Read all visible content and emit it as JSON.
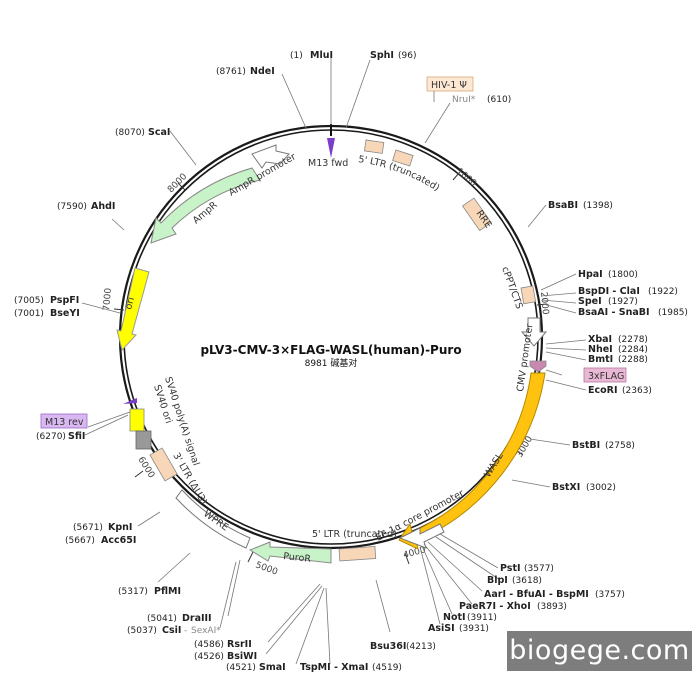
{
  "plasmid": {
    "name": "pLV3-CMV-3×FLAG-WASL(human)-Puro",
    "size_text": "8981 碱基对",
    "total_bp": 8981
  },
  "ticks": [
    "1000",
    "2000",
    "3000",
    "4000",
    "5000",
    "6000",
    "7000",
    "8000"
  ],
  "sites": {
    "mlui": {
      "name": "MluI",
      "pos": "(1)"
    },
    "sphi": {
      "name": "SphI",
      "pos": "(96)"
    },
    "ndei": {
      "name": "NdeI",
      "pos": "(8761)"
    },
    "nrui": {
      "name": "NruI*",
      "pos": "(610)"
    },
    "scai": {
      "name": "ScaI",
      "pos": "(8070)"
    },
    "bsabi": {
      "name": "BsaBI",
      "pos": "(1398)"
    },
    "ahdi": {
      "name": "AhdI",
      "pos": "(7590)"
    },
    "hpai": {
      "name": "HpaI",
      "pos": "(1800)"
    },
    "bspdi": {
      "name": "BspDI - ClaI",
      "pos": "(1922)"
    },
    "spei": {
      "name": "SpeI",
      "pos": "(1927)"
    },
    "bsaai": {
      "name": "BsaAI - SnaBI",
      "pos": "(1985)"
    },
    "pspfi": {
      "name": "PspFI",
      "pos": "(7005)"
    },
    "bseyi": {
      "name": "BseYI",
      "pos": "(7001)"
    },
    "xbai": {
      "name": "XbaI",
      "pos": "(2278)"
    },
    "nhei": {
      "name": "NheI",
      "pos": "(2284)"
    },
    "bmti": {
      "name": "BmtI",
      "pos": "(2288)"
    },
    "ecori": {
      "name": "EcoRI",
      "pos": "(2363)"
    },
    "sfii": {
      "name": "SfiI",
      "pos": "(6270)"
    },
    "bstbi": {
      "name": "BstBI",
      "pos": "(2758)"
    },
    "bstxi": {
      "name": "BstXI",
      "pos": "(3002)"
    },
    "kpni": {
      "name": "KpnI",
      "pos": "(5671)"
    },
    "acc65i": {
      "name": "Acc65I",
      "pos": "(5667)"
    },
    "psti": {
      "name": "PstI",
      "pos": "(3577)"
    },
    "blpi": {
      "name": "BlpI",
      "pos": "(3618)"
    },
    "pflmi": {
      "name": "PflMI",
      "pos": "(5317)"
    },
    "aari": {
      "name": "AarI - BfuAI - BspMI",
      "pos": "(3757)"
    },
    "paer7i": {
      "name": "PaeR7I - XhoI",
      "pos": "(3893)"
    },
    "noti": {
      "name": "NotI",
      "pos": "(3911)"
    },
    "asisi": {
      "name": "AsiSI",
      "pos": "(3931)"
    },
    "draiii": {
      "name": "DraIII",
      "pos": "(5041)"
    },
    "csii": {
      "name": "CsiI",
      "pos": "(5037)"
    },
    "sexai": {
      "name": "SexAI*"
    },
    "bsu36i": {
      "name": "Bsu36I",
      "pos": "(4213)"
    },
    "rsrii": {
      "name": "RsrII",
      "pos": "(4586)"
    },
    "bsiwi": {
      "name": "BsiWI",
      "pos": "(4526)"
    },
    "smai": {
      "name": "SmaI",
      "pos": "(4521)"
    },
    "tspmi": {
      "name": "TspMI - XmaI",
      "pos": "(4519)"
    }
  },
  "features": {
    "m13fwd": "M13 fwd",
    "ltr5_top": "5' LTR (truncated)",
    "rre": "RRE",
    "cppt": "cPPT/CTS",
    "cmv": "CMV promoter",
    "flag": "3xFLAG",
    "wasl": "WASL",
    "ef1a": "EF-1α core promoter",
    "ltr5_bottom": "5' LTR (truncated)",
    "puror": "PuroR",
    "wpre": "WPRE",
    "ltr3": "3' LTR (ΔU3)",
    "sv40polya": "SV40 poly(A) signal",
    "sv40ori": "SV40 ori",
    "ori": "ori",
    "ampr": "AmpR",
    "ampr_prom": "AmpR promoter",
    "hiv": "HIV-1 Ψ",
    "m13rev": "M13 rev"
  },
  "colors": {
    "backbone": "#1a1a1a",
    "ltr": "#f8d7b8",
    "ampr": "#c8f2c8",
    "ori": "#ffff00",
    "wasl": "#ffc20e",
    "flag": "#d9a6c4",
    "m13": "#7a3ec8",
    "watermark_bg": "#7d7d7d"
  },
  "watermark": "biogege.com"
}
